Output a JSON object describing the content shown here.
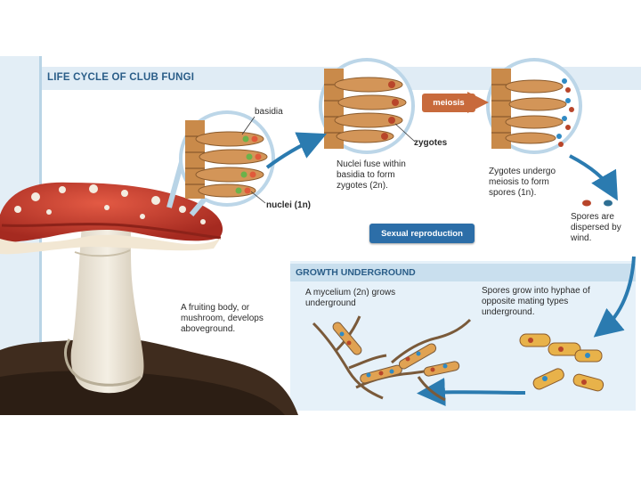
{
  "title": "LIFE CYCLE OF CLUB FUNGI",
  "labels": {
    "basidia": "basidia",
    "zygotes": "zygotes",
    "nuclei": "nuclei (1n)",
    "meiosis": "meiosis",
    "sexual_reproduction": "Sexual reproduction",
    "growth_underground": "GROWTH UNDERGROUND"
  },
  "captions": {
    "nuclei_fuse": "Nuclei fuse within basidia to form zygotes (2n).",
    "zygotes_undergo": "Zygotes undergo meiosis to form spores (1n).",
    "spores_dispersed": "Spores are dispersed by wind.",
    "mycelium": "A mycelium (2n) grows underground",
    "spores_grow": "Spores grow into hyphae of opposite mating types underground.",
    "fruiting_body": "A fruiting body, or mushroom, develops aboveground."
  },
  "colors": {
    "accent": "#2c6ea8",
    "title": "#2a5d88",
    "arrow": "#2b7bb0",
    "meiosis": "#c86a3c",
    "cap": "#c8382a",
    "panel": "#e6f1f9"
  }
}
